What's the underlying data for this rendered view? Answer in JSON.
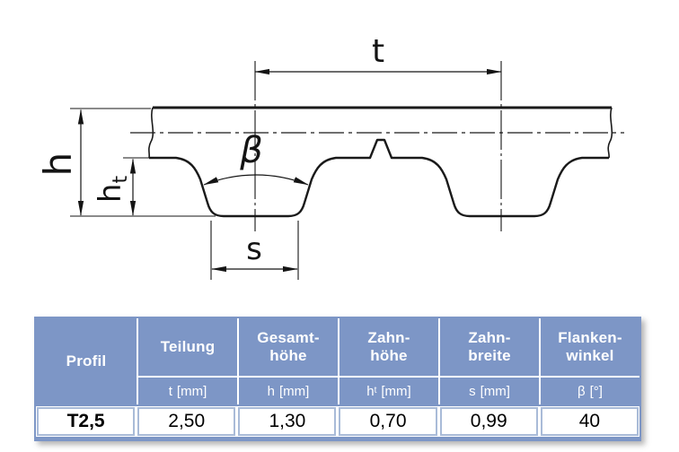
{
  "drawing": {
    "labels": {
      "pitch": "t",
      "total_height": "h",
      "tooth_height_main": "h",
      "tooth_height_sub": "t",
      "flank_angle": "β",
      "tooth_width": "s"
    },
    "stroke_color": "#1a1a1a"
  },
  "table": {
    "header_bg": "#7d96c6",
    "header_text_color": "#ffffff",
    "cell_border_color": "#a9bbd8",
    "data_text_color": "#000000",
    "columns": [
      {
        "header1": "Profil",
        "header2": "",
        "unit_sym": "",
        "unit_sub": "",
        "unit_bracket": "",
        "value": "T2,5"
      },
      {
        "header1": "Teilung",
        "header2": "",
        "unit_sym": "t",
        "unit_sub": "",
        "unit_bracket": "[mm]",
        "value": "2,50"
      },
      {
        "header1": "Gesamt-",
        "header2": "höhe",
        "unit_sym": "h",
        "unit_sub": "",
        "unit_bracket": "[mm]",
        "value": "1,30"
      },
      {
        "header1": "Zahn-",
        "header2": "höhe",
        "unit_sym": "h",
        "unit_sub": "t",
        "unit_bracket": "[mm]",
        "value": "0,70"
      },
      {
        "header1": "Zahn-",
        "header2": "breite",
        "unit_sym": "s",
        "unit_sub": "",
        "unit_bracket": "[mm]",
        "value": "0,99"
      },
      {
        "header1": "Flanken-",
        "header2": "winkel",
        "unit_sym": "β",
        "unit_sub": "",
        "unit_bracket": "[°]",
        "value": "40"
      }
    ]
  }
}
